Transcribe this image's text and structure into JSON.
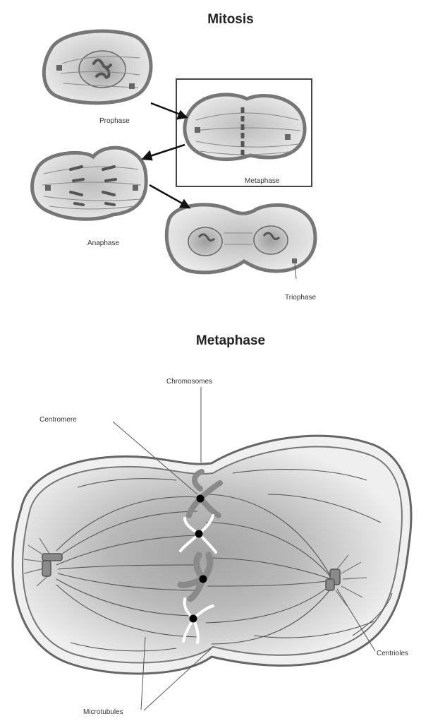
{
  "top_diagram": {
    "title": "Mitosis",
    "stages": {
      "prophase": "Prophase",
      "metaphase": "Metaphase",
      "anaphase": "Anaphase",
      "telophase": "Triophase"
    }
  },
  "bottom_diagram": {
    "title": "Metaphase",
    "labels": {
      "chromosomes": "Chromosomes",
      "centromere": "Centromere",
      "centrioles": "Centrioles",
      "microtubules": "Microtubules"
    }
  },
  "colors": {
    "membrane": "#7a7a7a",
    "cytoplasm": "#dcdcdc",
    "spindle_shade": "#a9a9a9",
    "chromosome": "#8a8a8a",
    "centromere": "#000000"
  }
}
